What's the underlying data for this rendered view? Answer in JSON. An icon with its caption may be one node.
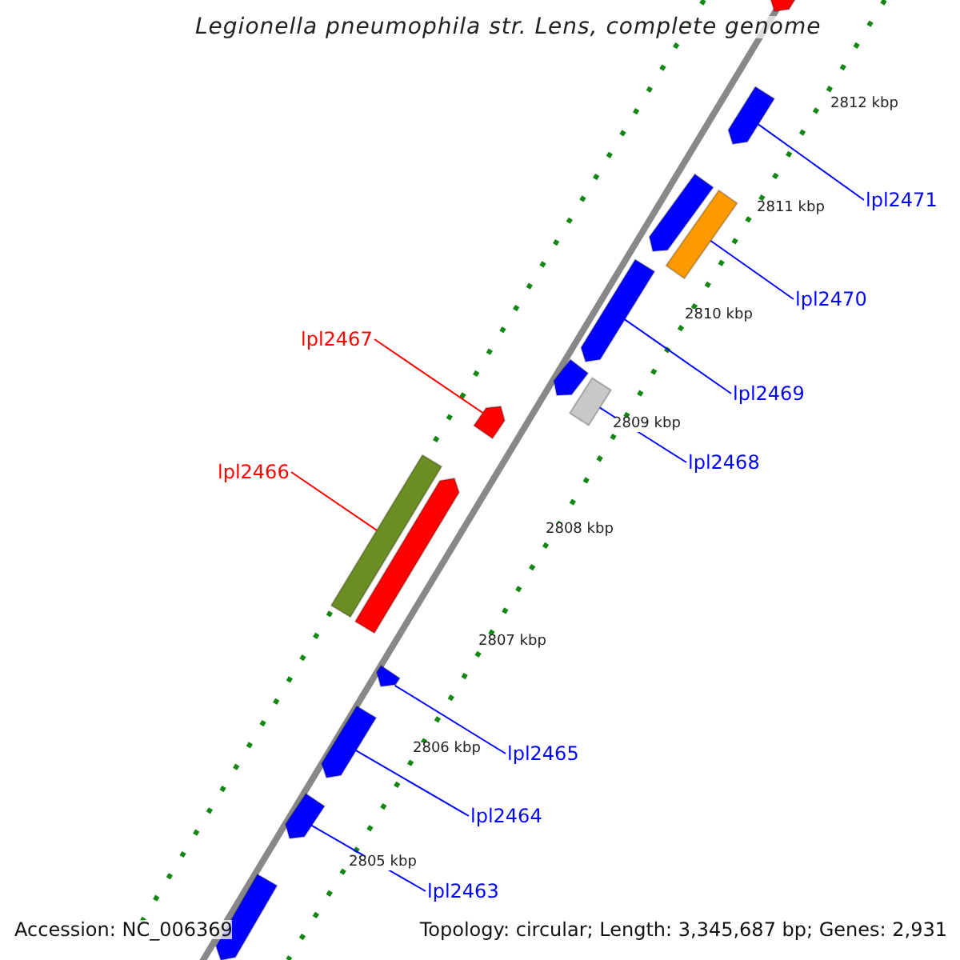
{
  "diagram": {
    "title": "Legionella pneumophila str. Lens, complete genome",
    "nodes": [
      {
        "text": [
          "lpl2471"
        ]
      },
      {
        "text": [],
        "shape": "bar"
      },
      {
        "text": [
          "lpl2470"
        ]
      },
      {
        "text": [],
        "shape": "bar"
      },
      {
        "text": [
          "lpl2467"
        ]
      },
      {
        "text": [],
        "shape": "bar"
      },
      {
        "text": [
          "lpl2469"
        ]
      },
      {
        "text": [],
        "shape": "bar"
      },
      {
        "text": [
          "lpl2468"
        ]
      },
      {
        "text": [],
        "shape": "bar"
      },
      {
        "text": [
          "lpl2466"
        ]
      },
      {
        "text": [],
        "shape": "bar"
      },
      {
        "text": [
          "lpl2465"
        ]
      },
      {
        "text": [],
        "shape": "bar"
      },
      {
        "text": [
          "lpl2464"
        ]
      },
      {
        "text": [],
        "shape": "bar"
      },
      {
        "text": [
          "lpl2463"
        ]
      },
      {
        "text": [],
        "shape": "bar"
      },
      {
        "text": [],
        "shape": "bar"
      },
      {
        "text": [],
        "shape": "bar"
      },
      {
        "text": [],
        "shape": "bar"
      },
      {
        "text": [],
        "shape": "bar"
      },
      {
        "text": [],
        "shape": "bar"
      }
    ],
    "edges": [
      {
        "from": 0,
        "to": 1,
        "arrow": "none"
      },
      {
        "from": 2,
        "to": 3,
        "arrow": "none"
      },
      {
        "from": 4,
        "to": 5,
        "arrow": "none",
        "color": "#ff0000"
      },
      {
        "from": 6,
        "to": 7,
        "arrow": "none"
      },
      {
        "from": 8,
        "to": 9,
        "arrow": "none"
      },
      {
        "from": 10,
        "to": 11,
        "arrow": "none",
        "color": "#ff0000"
      },
      {
        "from": 12,
        "to": 13,
        "arrow": "none"
      },
      {
        "from": 14,
        "to": 15,
        "arrow": "none"
      },
      {
        "from": 16,
        "to": 17,
        "arrow": "none"
      }
    ],
    "labels": [
      "2812 kbp",
      "2811 kbp",
      "2810 kbp",
      "2809 kbp",
      "2808 kbp",
      "2807 kbp",
      "2806 kbp",
      "2805 kbp",
      "Accession: NC_006369",
      "Topology: circular; Length: 3,345,687 bp; Genes: 2,931"
    ]
  }
}
